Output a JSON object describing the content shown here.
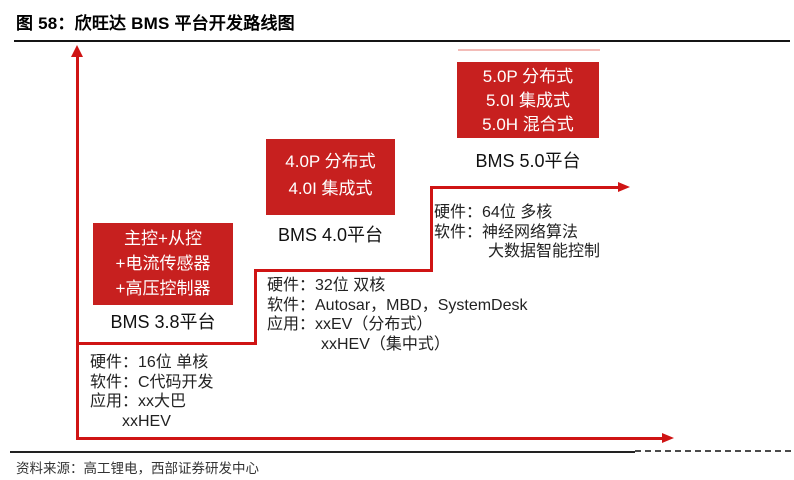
{
  "figure": {
    "title": "图 58：欣旺达 BMS 平台开发路线图",
    "source": "资料来源：高工锂电，西部证券研发中心"
  },
  "colors": {
    "accent_red_box": "#c7201f",
    "accent_red_line": "#cf1414",
    "text_black": "#1a1a1a"
  },
  "diagram": {
    "type": "stair-step roadmap with axis arrows",
    "platforms": [
      {
        "label": "BMS 3.8平台",
        "box_lines": [
          "主控+从控",
          "+电流传感器",
          "+高压控制器"
        ],
        "details": [
          "硬件：16位 单核",
          "软件：C代码开发",
          "应用：xx大巴",
          "xxHEV"
        ]
      },
      {
        "label": "BMS 4.0平台",
        "box_lines": [
          "4.0P 分布式",
          "4.0I 集成式"
        ],
        "details": [
          "硬件：32位 双核",
          "软件：Autosar，MBD，SystemDesk",
          "应用：xxEV（分布式）",
          "xxHEV（集中式）"
        ]
      },
      {
        "label": "BMS 5.0平台",
        "box_lines": [
          "5.0P 分布式",
          "5.0I 集成式",
          "5.0H 混合式"
        ],
        "details": [
          "硬件：64位 多核",
          "软件：神经网络算法",
          "大数据智能控制"
        ]
      }
    ]
  }
}
